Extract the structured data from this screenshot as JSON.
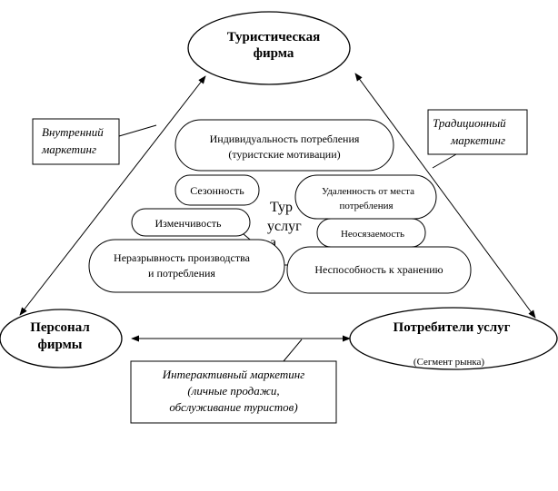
{
  "nodes": {
    "firm": {
      "line1": "Туристическая",
      "line2": "фирма"
    },
    "staff": {
      "line1": "Персонал",
      "line2": "фирмы"
    },
    "consumers": {
      "title": "Потребители  услуг",
      "segment": "(Сегмент рынка)"
    }
  },
  "callouts": {
    "internal": {
      "line1": "Внутренний",
      "line2": "маркетинг"
    },
    "traditional": {
      "line1": "Традиционный",
      "line2": "маркетинг"
    },
    "interactive": {
      "line1": "Интерактивный маркетинг",
      "line2": "(личные  продажи,",
      "line3": "обслуживание туристов)"
    }
  },
  "center": {
    "line1": "Тур",
    "line2": "услуг",
    "line3": "а"
  },
  "features": {
    "individuality": {
      "line1": "Индивидуальность потребления",
      "line2": "(туристские мотивации)"
    },
    "seasonality": "Сезонность",
    "remoteness": {
      "line1": "Удаленность от  места",
      "line2": "потребления"
    },
    "variability": "Изменчивость",
    "intangibility": "Неосязаемость",
    "inseparability": {
      "line1": "Неразрывность производства",
      "line2": "и потребления"
    },
    "perishability": "Неспособность к хранению"
  }
}
